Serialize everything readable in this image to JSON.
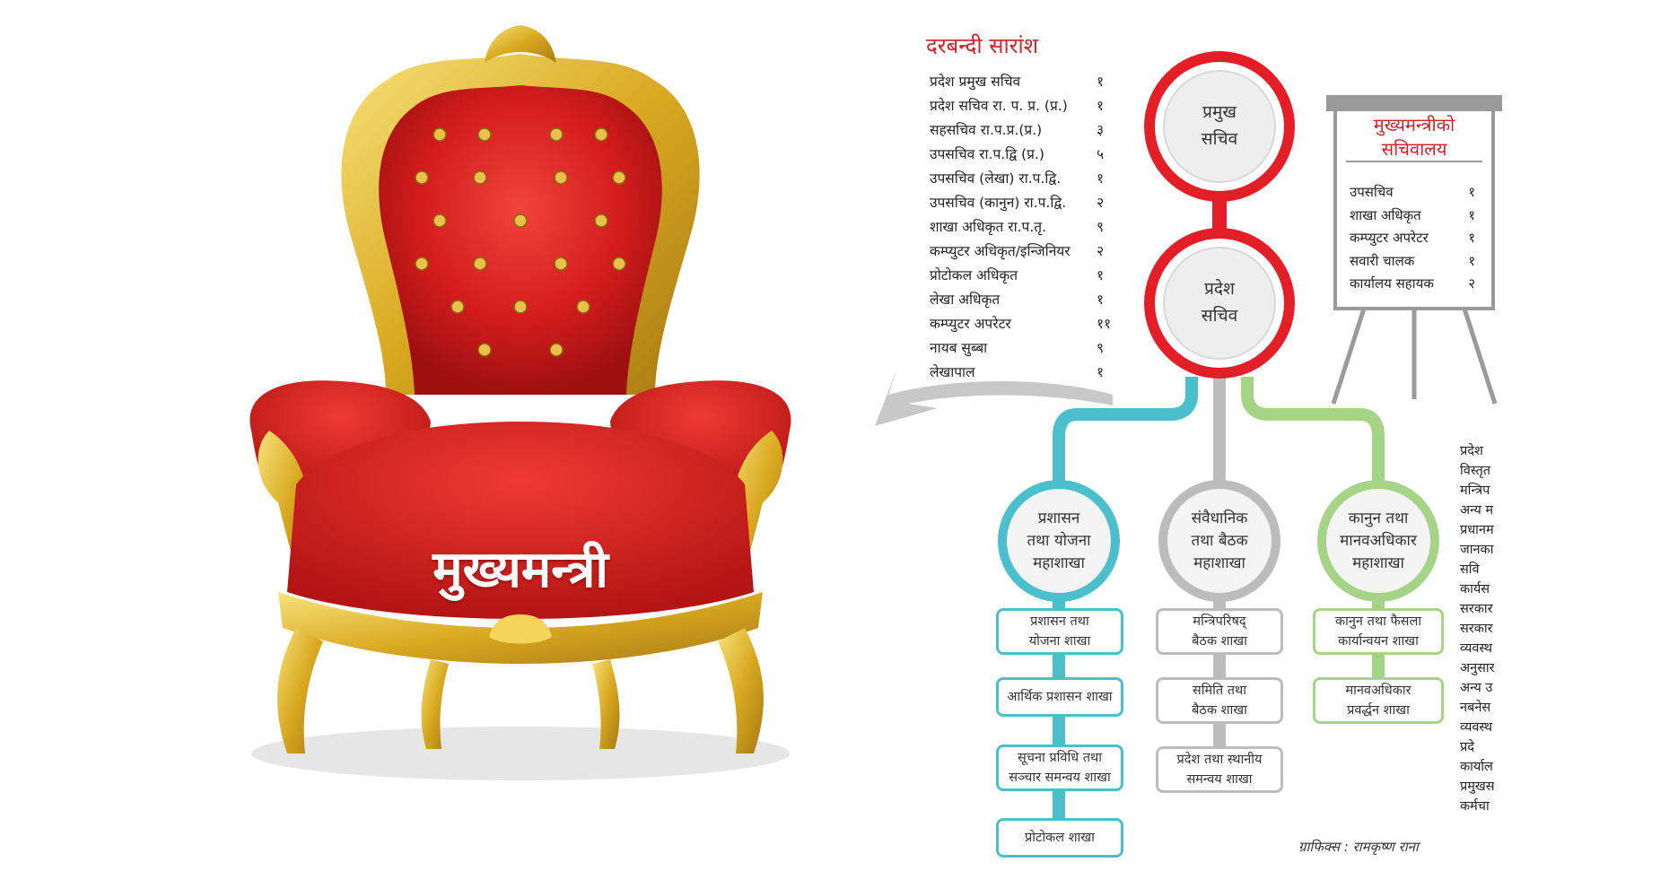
{
  "chair_label": "मुख्यमन्त्री",
  "summary": {
    "title": "दरबन्दी सारांश",
    "rows": [
      {
        "label": "प्रदेश प्रमुख सचिव",
        "count": "१"
      },
      {
        "label": "प्रदेश सचिव रा. प. प्र. (प्र.)",
        "count": "१"
      },
      {
        "label": "सहसचिव रा.प.प्र.(प्र.)",
        "count": "३"
      },
      {
        "label": "उपसचिव रा.प.द्वि (प्र.)",
        "count": "५"
      },
      {
        "label": "उपसचिव (लेखा) रा.प.द्वि.",
        "count": "१"
      },
      {
        "label": "उपसचिव (कानुन) रा.प.द्वि.",
        "count": "२"
      },
      {
        "label": "शाखा अधिकृत रा.प.तृ.",
        "count": "९"
      },
      {
        "label": "कम्प्युटर अधिकृत/इन्जिनियर",
        "count": "२"
      },
      {
        "label": "प्रोटोकल अधिकृत",
        "count": "१"
      },
      {
        "label": "लेखा अधिकृत",
        "count": "१"
      },
      {
        "label": "कम्प्युटर अपरेटर",
        "count": "११"
      },
      {
        "label": "नायब सुब्बा",
        "count": "९"
      },
      {
        "label": "लेखापाल",
        "count": "१"
      }
    ]
  },
  "nodes": {
    "chief_secretary": {
      "line1": "प्रमुख",
      "line2": "सचिव"
    },
    "province_secretary": {
      "line1": "प्रदेश",
      "line2": "सचिव"
    }
  },
  "divisions": [
    {
      "line1": "प्रशासन",
      "line2": "तथा योजना",
      "line3": "महाशाखा",
      "color": "#4cbfcc",
      "branches": [
        {
          "line1": "प्रशासन तथा",
          "line2": "योजना शाखा"
        },
        {
          "line1": "आर्थिक प्रशासन शाखा",
          "line2": ""
        },
        {
          "line1": "सूचना प्रविधि तथा",
          "line2": "सञ्चार समन्वय शाखा"
        },
        {
          "line1": "प्रोटोकल शाखा",
          "line2": ""
        }
      ]
    },
    {
      "line1": "संवैधानिक",
      "line2": "तथा बैठक",
      "line3": "महाशाखा",
      "color": "#bcbcbc",
      "branches": [
        {
          "line1": "मन्त्रिपरिषद्",
          "line2": "बैठक शाखा"
        },
        {
          "line1": "समिति तथा",
          "line2": "बैठक शाखा"
        },
        {
          "line1": "प्रदेश तथा स्थानीय",
          "line2": "समन्वय शाखा"
        }
      ]
    },
    {
      "line1": "कानुन तथा",
      "line2": "मानवअधिकार",
      "line3": "महाशाखा",
      "color": "#a6d486",
      "branches": [
        {
          "line1": "कानुन तथा फैसला",
          "line2": "कार्यान्वयन शाखा"
        },
        {
          "line1": "मानवअधिकार",
          "line2": "प्रवर्द्धन शाखा"
        }
      ]
    }
  ],
  "board": {
    "title_line1": "मुख्यमन्त्रीको",
    "title_line2": "सचिवालय",
    "rows": [
      {
        "label": "उपसचिव",
        "count": "१"
      },
      {
        "label": "शाखा अधिकृत",
        "count": "१"
      },
      {
        "label": "कम्प्युटर अपरेटर",
        "count": "१"
      },
      {
        "label": "सवारी चालक",
        "count": "१"
      },
      {
        "label": "कार्यालय सहायक",
        "count": "२"
      }
    ]
  },
  "credit": "ग्राफिक्स : रामकृष्ण राना",
  "side_text": [
    "प्रदेश",
    "विस्तृत",
    "मन्त्रिप",
    "अन्य म",
    "प्रधानम",
    "जानका",
    "सवि",
    "कार्यस",
    "सरकार",
    "सरकार",
    "व्यवस्थ",
    "अनुसार",
    "अन्य उ",
    "नबनेस",
    "व्यवस्थ",
    "प्रदे",
    "कार्याल",
    "प्रमुखस",
    "कर्मचा"
  ],
  "colors": {
    "red": "#e31e26",
    "teal": "#4cbfcc",
    "grey": "#bcbcbc",
    "green": "#a6d486",
    "gold": "#e2b92c",
    "chair_red": "#d41f1f"
  }
}
